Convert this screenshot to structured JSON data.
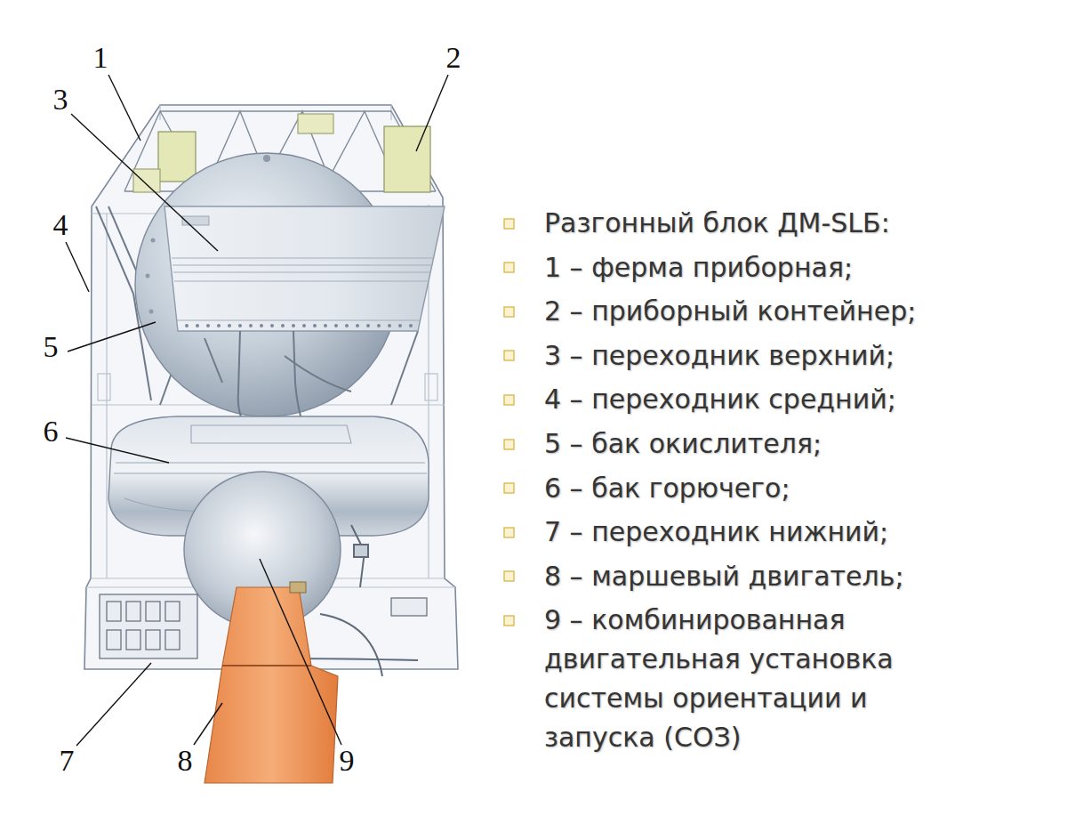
{
  "diagram": {
    "title": "Разгонный блок ДМ-SLБ:",
    "labels": [
      "1",
      "2",
      "3",
      "4",
      "5",
      "6",
      "7",
      "8",
      "9",
      "1 – ферма приборная;",
      "2 – приборный контейнер;",
      "3 – переходник верхний;",
      "4 – переходник средний;",
      "5 – бак окислителя;",
      "6 – бак горючего;",
      "7 – переходник нижний;",
      "8 – маршевый двигатель;",
      "9 – комбинированная двигательная установка системы ориентации и запуска (СОЗ)"
    ]
  }
}
